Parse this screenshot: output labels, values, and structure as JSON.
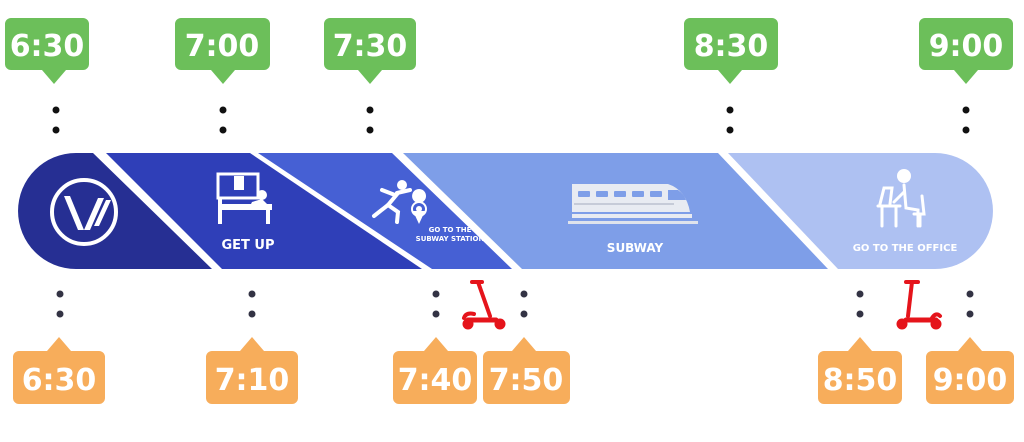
{
  "colors": {
    "top_badge": "#6cbf5a",
    "bottom_badge": "#f7ad5b",
    "dots": "#111111",
    "bottom_dots": "#333344",
    "seg_logo": "#262f93",
    "seg_getup": "#2f3fb8",
    "seg_station": "#4660d4",
    "seg_subway": "#7e9ee8",
    "seg_office": "#aec1f2",
    "scooter": "#e5141b"
  },
  "top_times": [
    {
      "label": "6:30"
    },
    {
      "label": "7:00"
    },
    {
      "label": "7:30"
    },
    {
      "label": "8:30"
    },
    {
      "label": "9:00"
    }
  ],
  "bottom_times": [
    {
      "label": "6:30"
    },
    {
      "label": "7:10"
    },
    {
      "label": "7:40"
    },
    {
      "label": "7:50"
    },
    {
      "label": "8:50"
    },
    {
      "label": "9:00"
    }
  ],
  "segments": {
    "get_up": "GET UP",
    "station_line1": "GO TO THE",
    "station_line2": "SUBWAY STATION",
    "subway": "SUBWAY",
    "office": "GO TO THE OFFICE"
  },
  "icons": {
    "logo": "company-logo",
    "get_up": "bed-person-icon",
    "station": "running-person-icon",
    "pin": "location-pin-icon",
    "subway": "train-icon",
    "office": "desk-worker-icon",
    "scooter": "scooter-icon"
  }
}
